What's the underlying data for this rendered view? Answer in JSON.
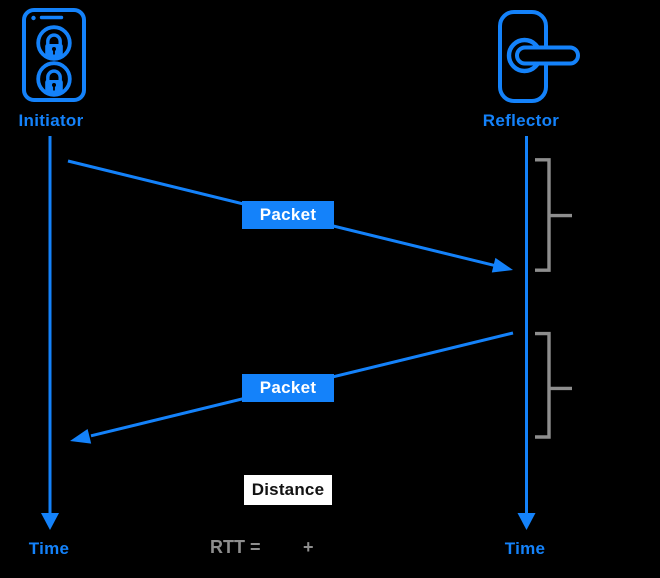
{
  "colors": {
    "background": "#000000",
    "accent_blue": "#1482fa",
    "bracket_gray": "#8e8e8e",
    "packet_text": "#ffffff",
    "distance_bg": "#ffffff",
    "distance_text": "#121212"
  },
  "nodes": {
    "initiator": {
      "label": "Initiator",
      "time_label": "Time",
      "icon": "smartphone-with-padlocks-icon"
    },
    "reflector": {
      "label": "Reflector",
      "time_label": "Time",
      "icon": "door-handle-lock-icon"
    }
  },
  "messages": {
    "forward_packet_label": "Packet",
    "return_packet_label": "Packet"
  },
  "distance_badge": {
    "label": "Distance"
  },
  "formula": {
    "lhs": "RTT =",
    "operator": "+"
  }
}
